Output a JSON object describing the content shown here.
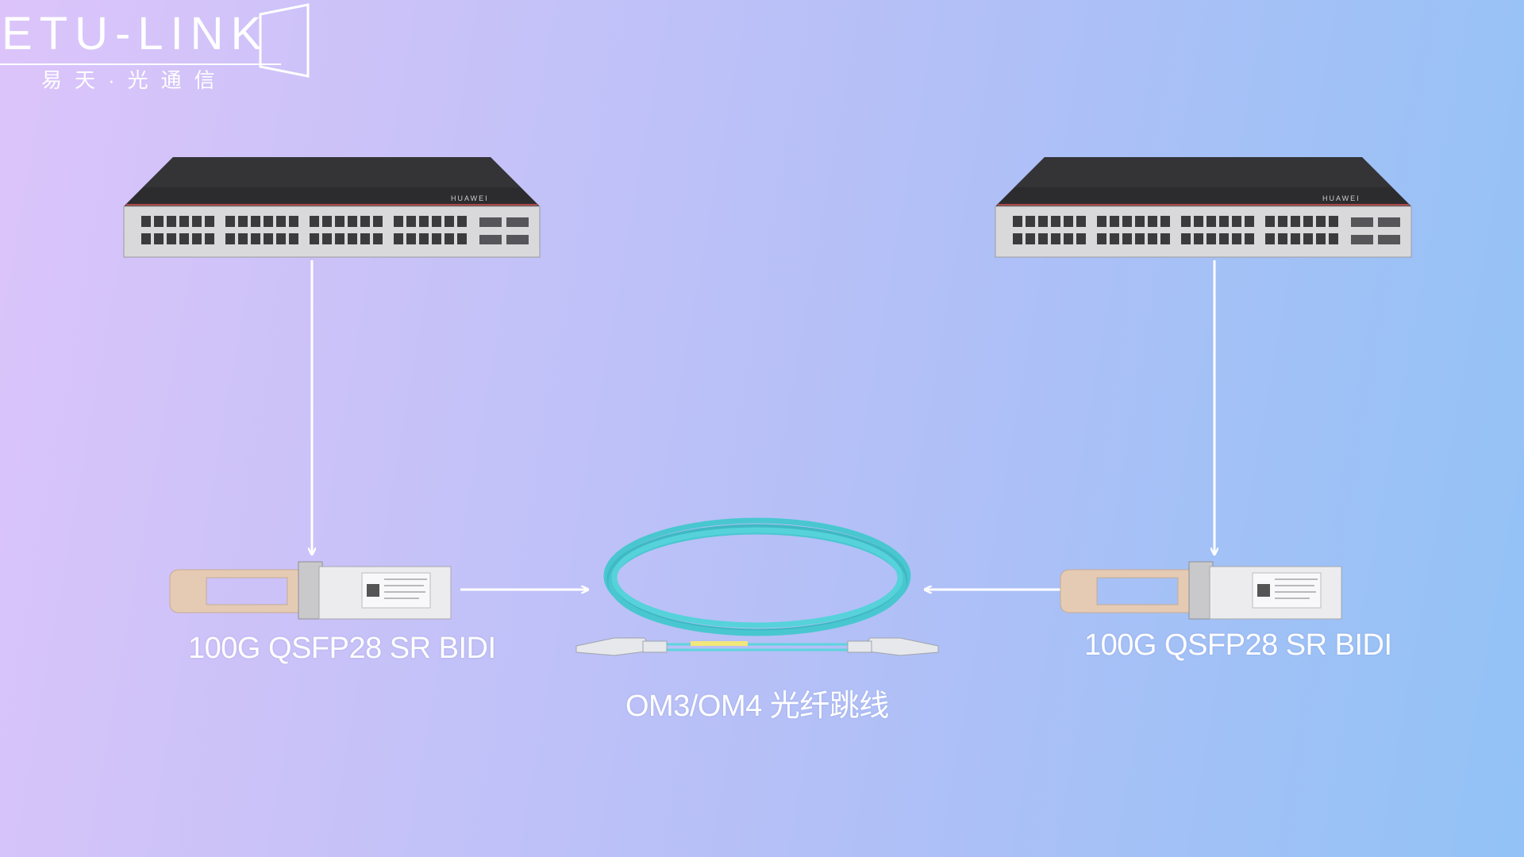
{
  "logo": {
    "brand": "ETU-LINK",
    "subtitle": "易天·光通信"
  },
  "labels": {
    "module_left": "100G QSFP28 SR BIDI",
    "module_right": "100G QSFP28 SR BIDI",
    "cable": "OM3/OM4 光纤跳线"
  },
  "switch_brand": "HUAWEI",
  "colors": {
    "arrow": "#ffffff",
    "cable": "#49c7d0",
    "switch_body": "#2b2b2d",
    "module_body": "#e9e9ec",
    "module_handle": "#e7cdb6"
  }
}
